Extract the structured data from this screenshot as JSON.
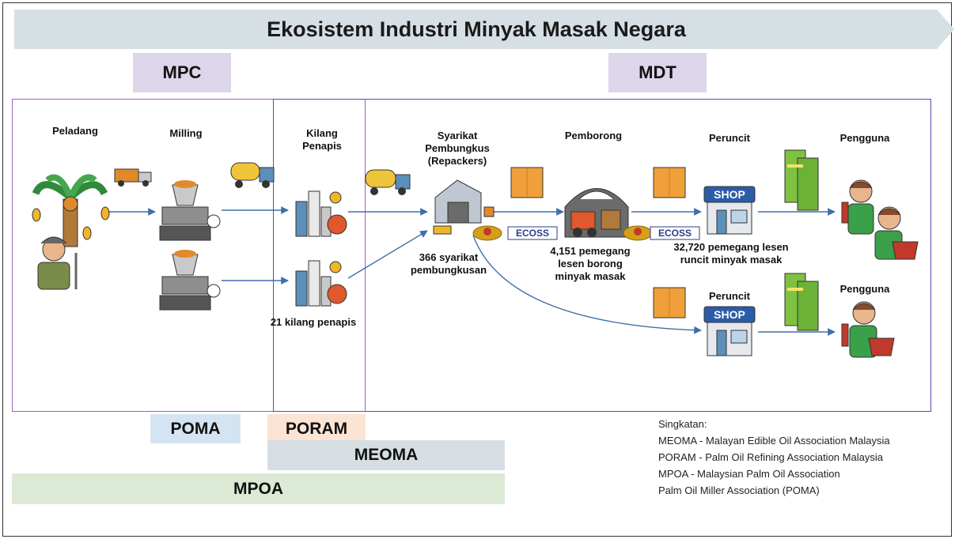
{
  "title": "Ekosistem Industri Minyak Masak Negara",
  "top_tags": {
    "mpc": "MPC",
    "mdt": "MDT"
  },
  "stages": {
    "peladang": "Peladang",
    "milling": "Milling",
    "kilang": "Kilang Penapis",
    "syarikat": "Syarikat Pembungkus (Repackers)",
    "pemborong": "Pemborong",
    "peruncit_1": "Peruncit",
    "peruncit_2": "Peruncit",
    "pengguna_1": "Pengguna",
    "pengguna_2": "Pengguna"
  },
  "counts": {
    "kilang": "21 kilang penapis",
    "syarikat": "366 syarikat pembungkusan",
    "pemborong": "4,151 pemegang lesen borong minyak masak",
    "peruncit": "32,720 pemegang lesen runcit minyak masak"
  },
  "badges": {
    "ecoss_1": "ECOSS",
    "ecoss_2": "ECOSS",
    "shop_1": "SHOP",
    "shop_2": "SHOP"
  },
  "associations": {
    "poma": "POMA",
    "poram": "PORAM",
    "meoma": "MEOMA",
    "mpoa": "MPOA"
  },
  "legend": {
    "heading": "Singkatan:",
    "items": [
      "MEOMA - Malayan Edible Oil Association Malaysia",
      "PORAM - Palm Oil Refining Association Malaysia",
      "MPOA - Malaysian Palm Oil Association",
      "Palm Oil Miller Association (POMA)"
    ]
  },
  "colors": {
    "banner": "#d6e0e4",
    "purple_tag": "#ddd5ea",
    "poma": "#d5e4f2",
    "poram": "#fbe4d3",
    "meoma": "#d6dee3",
    "mpoa": "#dcead5",
    "purple_border": "#9b59b6",
    "blue_border": "#4a4fb8",
    "arrow": "#3f6fa8"
  }
}
